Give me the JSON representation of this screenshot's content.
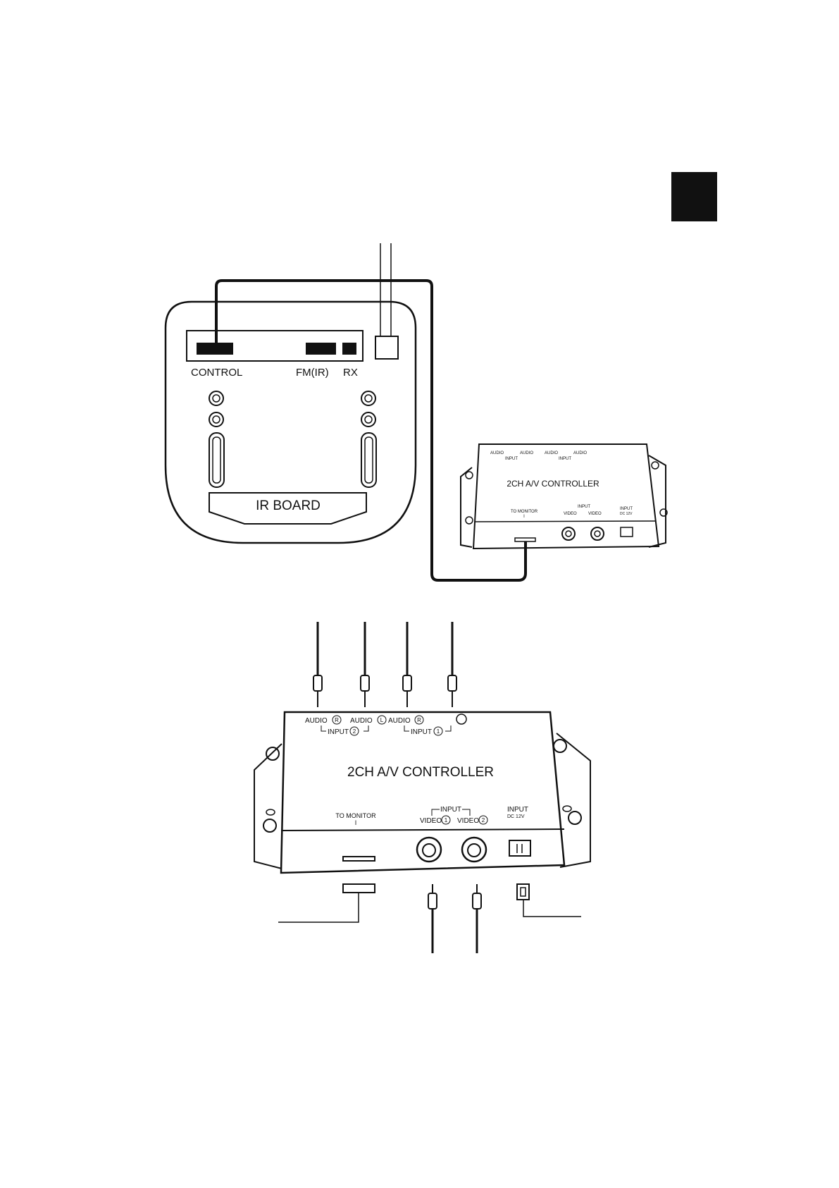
{
  "ir_board": {
    "control_label": "CONTROL",
    "fm_ir_label": "FM(IR)",
    "rx_label": "RX",
    "board_label": "IR BOARD"
  },
  "small_controller": {
    "title": "2CH  A/V  CONTROLLER",
    "audio_r_1": "AUDIO",
    "audio_l_1": "AUDIO",
    "audio_r_2": "AUDIO",
    "audio_l_2": "AUDIO",
    "input_2": "INPUT",
    "input_1": "INPUT",
    "to_monitor": "TO MONITOR",
    "monitor_tick": "I",
    "video_group": "INPUT",
    "video_1": "VIDEO",
    "video_2": "VIDEO",
    "power_input": "INPUT",
    "power_dc": "DC 12V"
  },
  "large_controller": {
    "title": "2CH  A/V  CONTROLLER",
    "audio_r_a": "AUDIO",
    "audio_r_a_mark": "R",
    "audio_l_a": "AUDIO",
    "audio_l_a_mark": "L",
    "audio_r_b": "AUDIO",
    "audio_r_b_mark": "R",
    "input_2": "INPUT",
    "input_2_mark": "2",
    "input_1": "INPUT",
    "input_1_mark": "1",
    "to_monitor": "TO MONITOR",
    "monitor_tick": "I",
    "video_group": "INPUT",
    "video_1": "VIDEO",
    "video_1_mark": "1",
    "video_2": "VIDEO",
    "video_2_mark": "2",
    "power_input": "INPUT",
    "power_dc": "DC 12V"
  }
}
